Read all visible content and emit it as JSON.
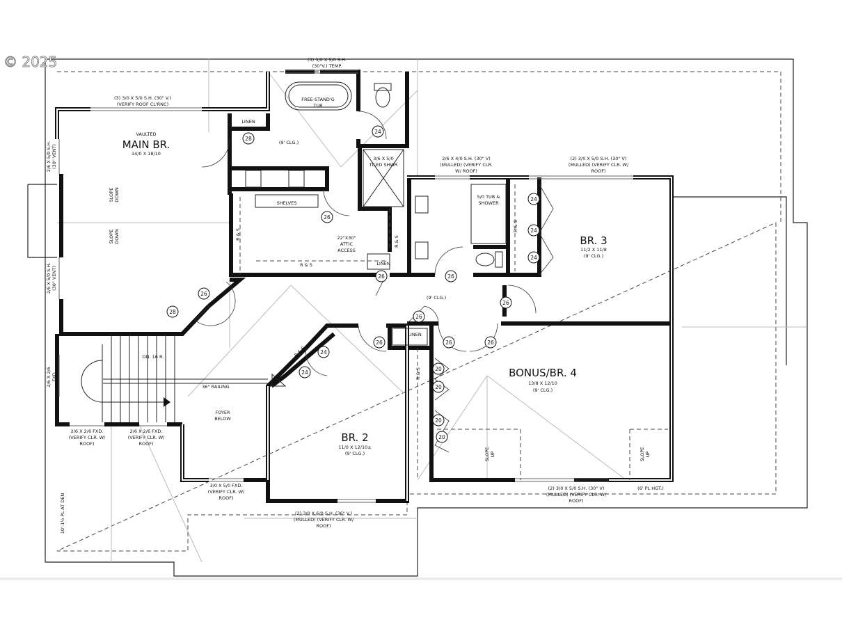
{
  "copyright": "© 2025",
  "windows": {
    "bath_top": [
      "(3) 3/0 X 5/0 S.H.",
      "(30\"V.) TEMP."
    ],
    "main_top": [
      "(3) 3/0 X 5/0 S.H. (30\" V.)",
      "(VERIFY ROOF CL'RNC)"
    ],
    "main_left_1": [
      "2/6 X 5/0 S.H.",
      "(30\" VENT)"
    ],
    "main_left_2": [
      "2/6 X 5/0 S.H.",
      "(30\" VENT)"
    ],
    "stair_left": [
      "2/6 X 2/6",
      "FXD"
    ],
    "hall_bath_top": [
      "2/6 X 4/0 S.H. (30\" V)",
      "(MULLED) (VERIFY CLR.",
      "W/ ROOF)"
    ],
    "br3_top": [
      "(2) 3/0 X 5/0 S.H. (30\" V)",
      "(MULLED) (VERIFY CLR. W/",
      "ROOF)"
    ],
    "stair_bottom_1": [
      "2/6 X 2/6 FXD.",
      "(VERIFY CLR. W/",
      "ROOF)"
    ],
    "stair_bottom_2": [
      "2/6 X 2/6 FXD.",
      "(VERIFY CLR. W/",
      "ROOF)"
    ],
    "foyer_bottom": [
      "3/0 X 5/0 FXD.",
      "(VERIFY CLR. W/",
      "ROOF)"
    ],
    "br2_bottom": [
      "(2) 3/0 X 6/0 S.H. (36\" V.)",
      "(MULLED) (VERIFY CLR. W/",
      "ROOF)"
    ],
    "bonus_bottom": [
      "(2) 3/0 X 5/0 S.H. (30\" V)",
      "(MULLED) (VERIFY CLR. W/",
      "ROOF)"
    ],
    "plate_height": "(6' PL HGT.)",
    "den_plate": "10'-1½ PL AT DEN"
  },
  "rooms": {
    "main_br": {
      "vaulted": "VAULTED",
      "name": "MAIN BR.",
      "size": "14/0 X 18/10"
    },
    "br2": {
      "name": "BR. 2",
      "size": "11/0 X 12/10±",
      "ceiling": "(9' CLG.)"
    },
    "br3": {
      "name": "BR. 3",
      "size": "11/2 X 11/8",
      "ceiling": "(9' CLG.)"
    },
    "bonus": {
      "name": "BONUS/BR. 4",
      "size": "13/8 X 12/10",
      "ceiling": "(9' CLG.)"
    },
    "foyer": [
      "FOYER",
      "BELOW"
    ],
    "attic": [
      "22\"X30\"",
      "ATTIC",
      "ACCESS"
    ]
  },
  "fixtures": {
    "tub": [
      "FREE-STAND'G",
      "TUB"
    ],
    "shower": [
      "3/6 X 5/0",
      "TILED SHWR"
    ],
    "tub_shower": [
      "5/0 TUB &",
      "SHOWER"
    ],
    "shelves": "SHELVES",
    "linen": "LINEN",
    "railing": "36\" RAILING",
    "stair": "DN. 16 R.",
    "bath_ceiling": "(9' CLG.)",
    "hall_ceiling": "(9' CLG.)",
    "rod_shelf": "R & S",
    "slope_down": [
      "SLOPE",
      "DOWN"
    ],
    "slope_up": [
      "SLOPE",
      "UP"
    ]
  },
  "door_tags": {
    "d24": "24",
    "d26": "26",
    "d28": "28",
    "d20": "20"
  }
}
